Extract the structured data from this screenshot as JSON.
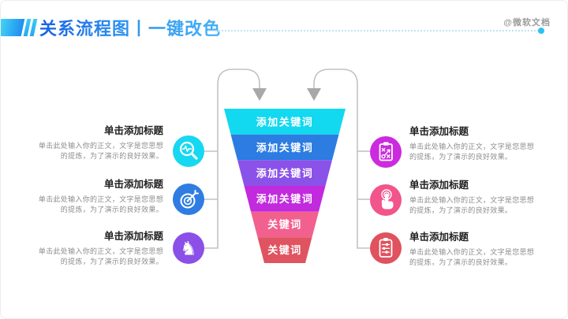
{
  "header": {
    "title": "关系流程图丨一键改色",
    "watermark": "@微软文档",
    "accent_from": "#1663e6",
    "accent_to": "#47b2f6",
    "dot_color": "#2ec2f1"
  },
  "funnel": {
    "levels": [
      {
        "label": "添加关键词",
        "color": "#12d8f0"
      },
      {
        "label": "添加关键词",
        "color": "#2c7ce2"
      },
      {
        "label": "添加关键词",
        "color": "#8a52e8"
      },
      {
        "label": "添加关键词",
        "color": "#c22ade"
      },
      {
        "label": "关键词",
        "color": "#f2608f"
      },
      {
        "label": "关键词",
        "color": "#df5460"
      }
    ]
  },
  "connector_color": "#c2c2c2",
  "arrow_color": "#a8a8a8",
  "left_items": [
    {
      "title": "单击添加标题",
      "body": "单击此处输入你的正文，文字是您思想的提炼，为了演示的良好效果。",
      "icon": "magnifier-pulse-icon",
      "color": "#16d8f0"
    },
    {
      "title": "单击添加标题",
      "body": "单击此处输入你的正文，文字是您思想的提炼，为了演示的良好效果。",
      "icon": "target-dart-icon",
      "color": "#2f7de2"
    },
    {
      "title": "单击添加标题",
      "body": "单击此处输入你的正文，文字是您思想的提炼，为了演示的良好效果。",
      "icon": "chess-knight-icon",
      "color": "#8a50e8",
      "glyph": "♞"
    }
  ],
  "right_items": [
    {
      "title": "单击添加标题",
      "body": "单击此处输入你的正文，文字是您思想的提炼，为了演示的良好效果。",
      "icon": "strategy-clipboard-icon",
      "color": "#cb2adf"
    },
    {
      "title": "单击添加标题",
      "body": "单击此处输入你的正文，文字是您思想的提炼，为了演示的良好效果。",
      "icon": "tap-gesture-icon",
      "color": "#f2548c"
    },
    {
      "title": "单击添加标题",
      "body": "单击此处输入你的正文，文字是您思想的提炼，为了演示的良好效果。",
      "icon": "sliders-clipboard-icon",
      "color": "#e0525e"
    }
  ]
}
